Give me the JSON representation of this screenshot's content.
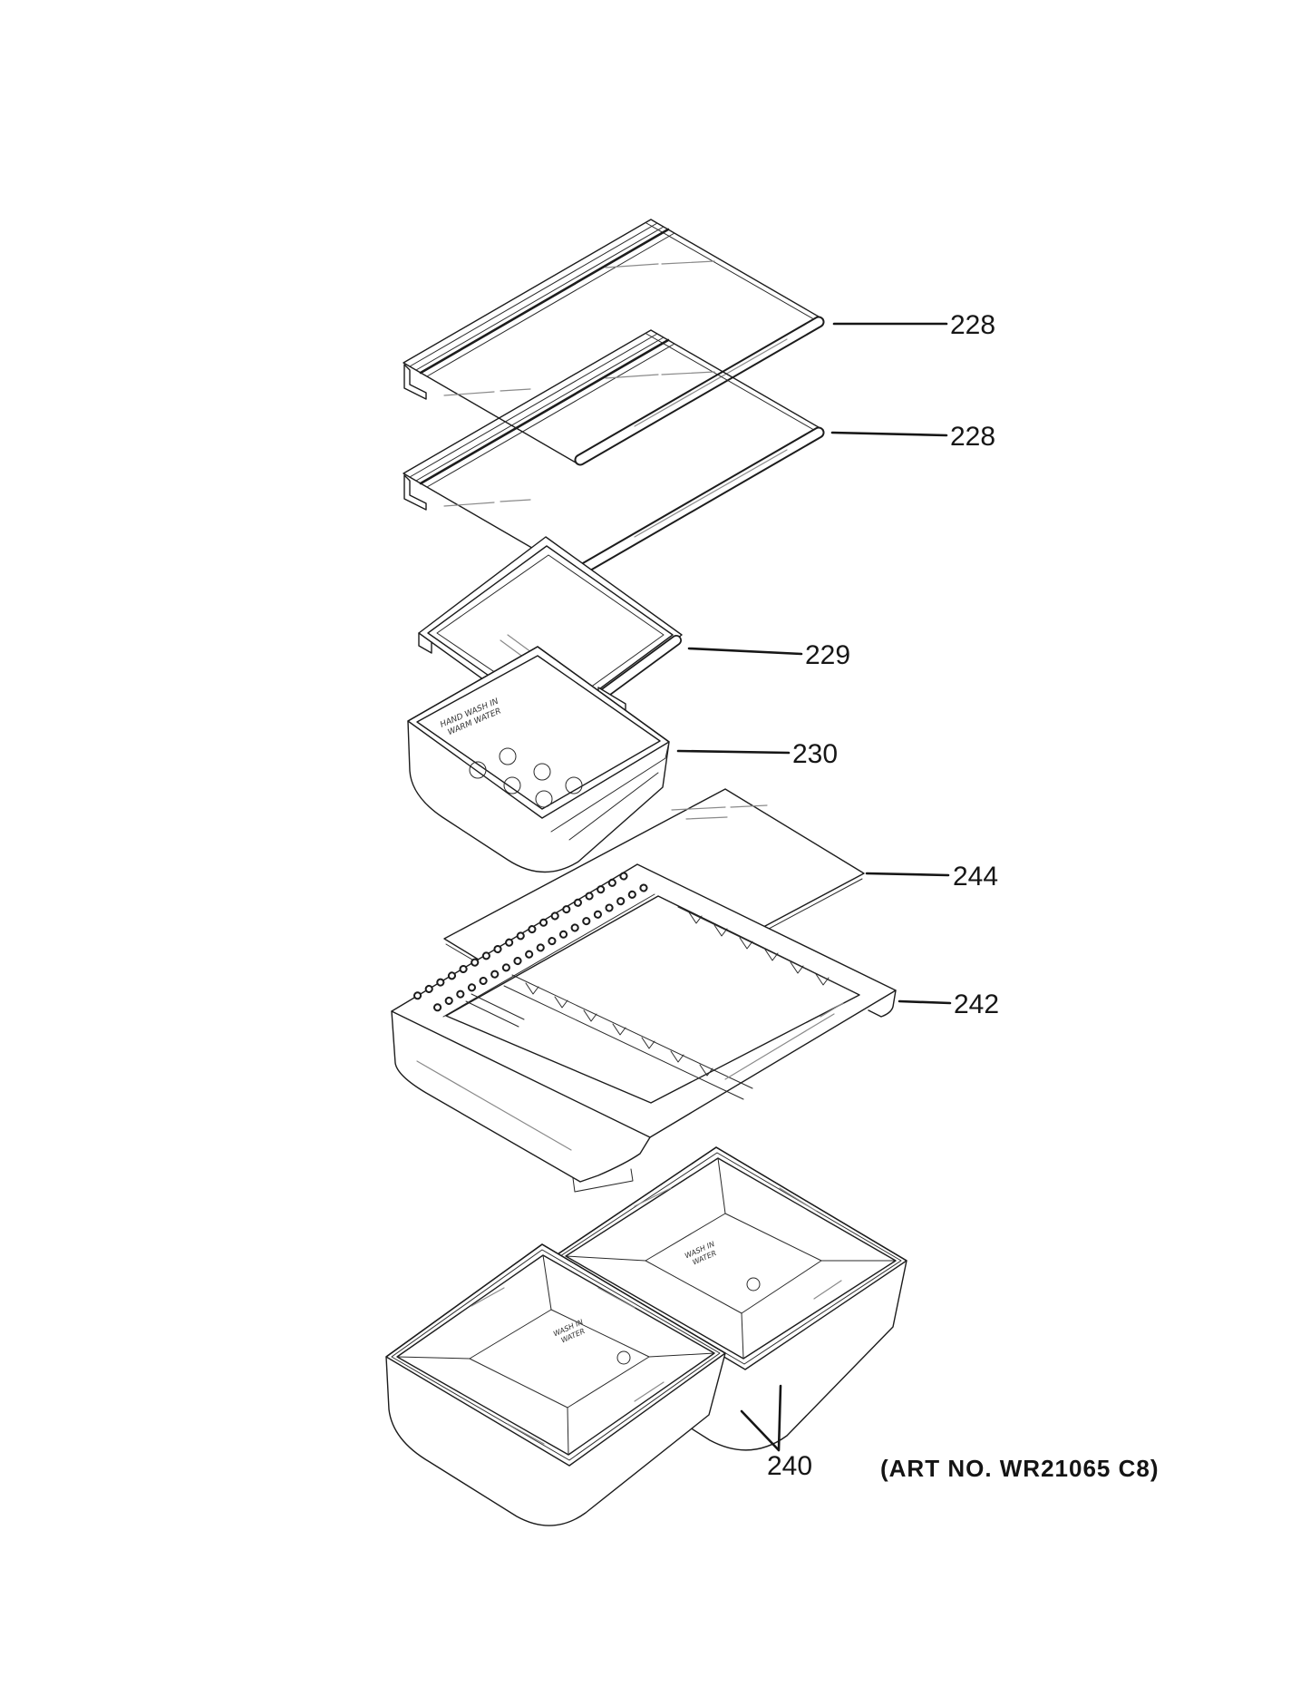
{
  "diagram": {
    "title": "Refrigerator fresh-food shelves exploded parts diagram",
    "art_no": "(ART NO. WR21065 C8)",
    "colors": {
      "line": "#1c1c1c",
      "background": "#ffffff",
      "faint": "#8a8a8a"
    },
    "callouts": {
      "shelf_top": "228",
      "shelf_mid": "228",
      "frame": "229",
      "deli_drawer": "230",
      "glass_insert": "244",
      "crisper_frame": "242",
      "crisper_drawers": "240"
    },
    "markings": {
      "hand_wash_line1": "HAND WASH IN",
      "hand_wash_line2": "WARM WATER",
      "wash_line1": "WASH IN",
      "wash_line2": "WATER"
    }
  }
}
